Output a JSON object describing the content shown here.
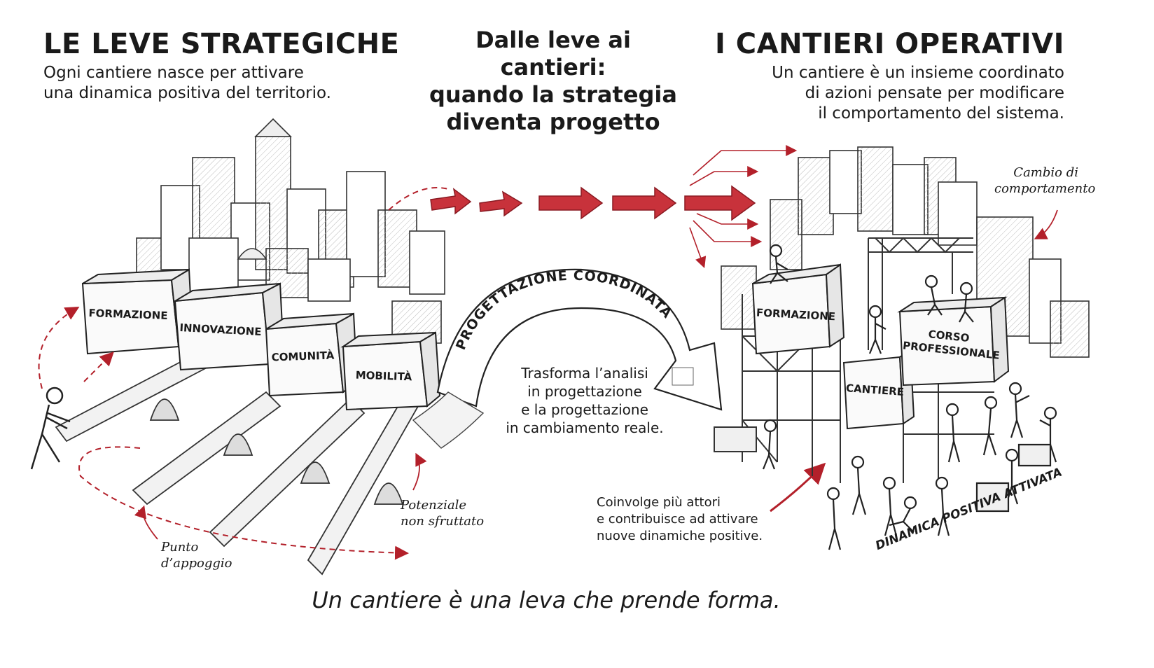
{
  "left": {
    "title": "LE LEVE STRATEGICHE",
    "subtitle_lines": [
      "Ogni cantiere nasce per attivare",
      "una dinamica positiva del territorio."
    ]
  },
  "center": {
    "title_lines": [
      "Dalle leve ai cantieri:",
      "quando la strategia",
      "diventa progetto"
    ],
    "arc_label": "PROGETTAZIONE COORDINATA",
    "body_lines": [
      "Trasforma l’analisi",
      "in progettazione",
      "e la progettazione",
      "in cambiamento reale."
    ]
  },
  "right": {
    "title": "I CANTIERI OPERATIVI",
    "subtitle_lines": [
      "Un cantiere è un insieme coordinato",
      "di azioni pensate per modificare",
      "il comportamento del sistema."
    ]
  },
  "levers": [
    "FORMAZIONE",
    "INNOVAZIONE",
    "COMUNITÀ",
    "MOBILITÀ"
  ],
  "site_boxes": [
    "FORMAZIONE",
    "CANTIERE",
    "CORSO PROFESSIONALE"
  ],
  "notes": {
    "fulcrum": [
      "Punto",
      "d’appoggio"
    ],
    "potential": [
      "Potenziale",
      "non sfruttato"
    ],
    "actors": [
      "Coinvolge più attori",
      "e contribuisce ad attivare",
      "nuove dinamiche positive."
    ],
    "behavior": [
      "Cambio di",
      "comportamento"
    ],
    "activated": "DINAMICA POSITIVA ATTIVATA"
  },
  "footer": "Un cantiere è una leva che prende forma.",
  "colors": {
    "accent": "#b3202a",
    "ink": "#1a1a1a",
    "sketch": "#555555"
  }
}
